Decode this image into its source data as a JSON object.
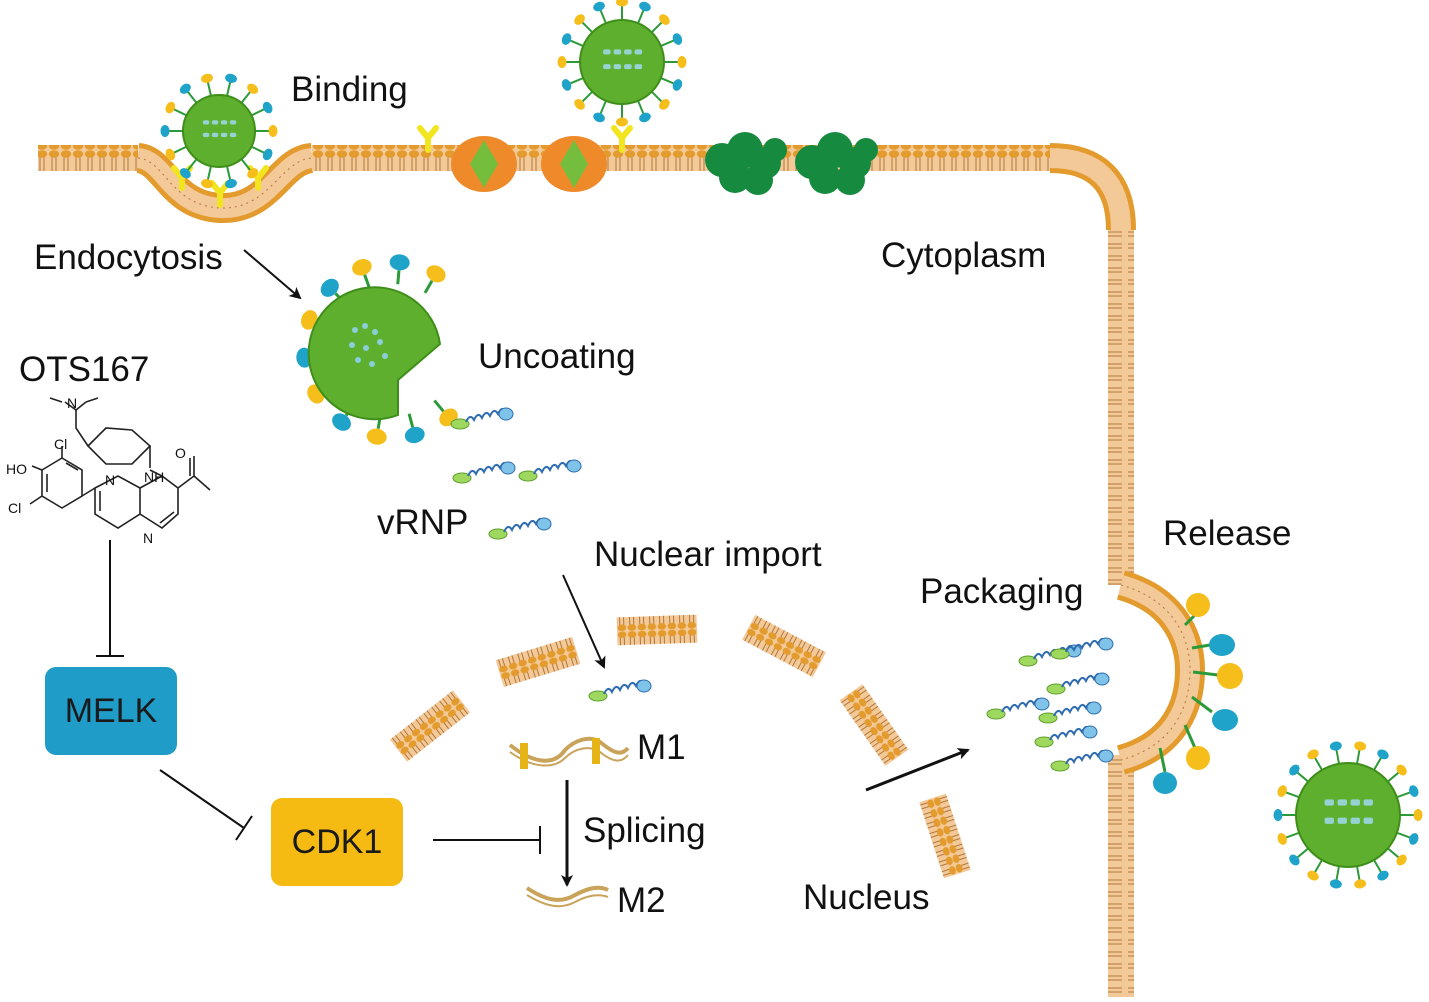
{
  "labels": {
    "binding": "Binding",
    "endocytosis": "Endocytosis",
    "cytoplasm": "Cytoplasm",
    "uncoating": "Uncoating",
    "ots167": "OTS167",
    "vrnp": "vRNP",
    "nuclear_import": "Nuclear import",
    "release": "Release",
    "packaging": "Packaging",
    "m1": "M1",
    "splicing": "Splicing",
    "m2": "M2",
    "nucleus": "Nucleus"
  },
  "boxes": {
    "melk": "MELK",
    "cdk1": "CDK1"
  },
  "chem_atoms": {
    "ho": "HO",
    "cl_top": "Cl",
    "cl_bottom": "Cl",
    "n_amine": "N",
    "nh": "NH",
    "n_ring1": "N",
    "n_ring2": "N",
    "o": "O"
  },
  "colors": {
    "membrane": "#F0C08E",
    "membrane_head": "#E09A2C",
    "virus": "#5EAF2D",
    "virus_dark": "#3E8E1A",
    "spike_yellow": "#F5BE1B",
    "spike_blue": "#1FA3C9",
    "receptor": "#F2E520",
    "channel": "#EF8A2B",
    "channel_core": "#75BE3D",
    "protein_cluster": "#168A3E",
    "melk_box": "#1F9CC7",
    "cdk1_box": "#F5BB12"
  }
}
